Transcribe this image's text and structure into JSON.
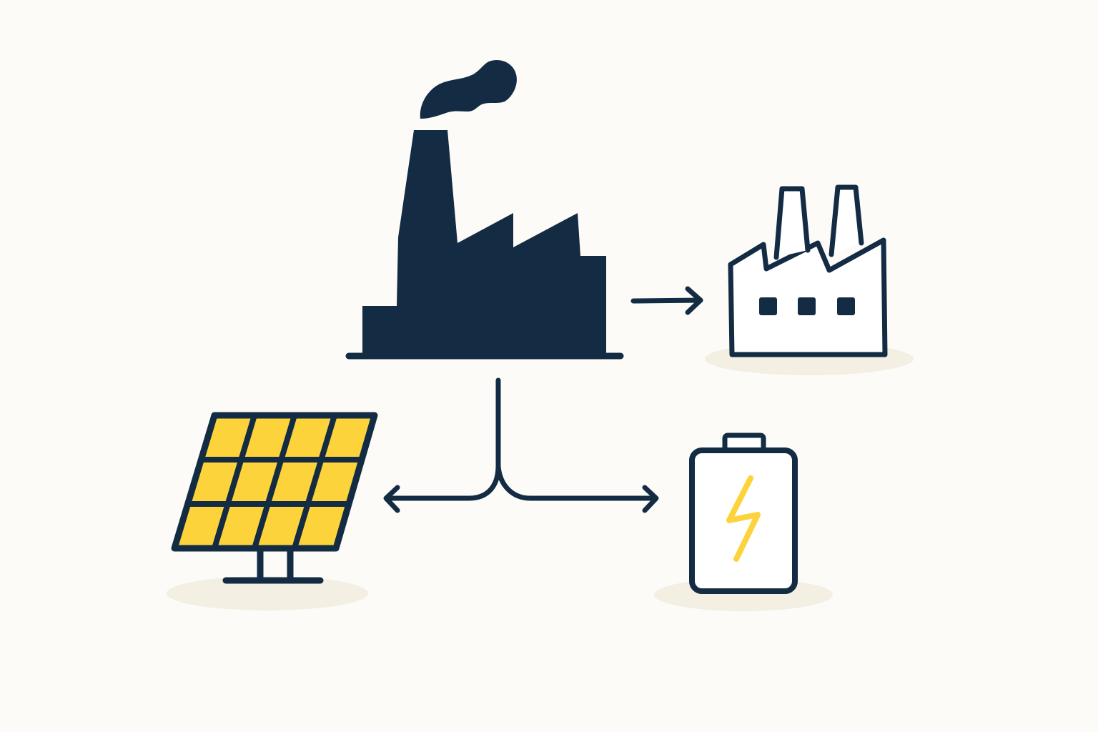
{
  "diagram": {
    "type": "energy-flow-illustration",
    "colors": {
      "background": "#FCFBF8",
      "ink": "#132B43",
      "accent_yellow": "#FCD33B",
      "ground_shadow": "#F3EFE3",
      "factory_fill": "#FFFFFF"
    },
    "nodes": [
      {
        "id": "power-plant",
        "icon": "smokestack-factory-icon"
      },
      {
        "id": "factory",
        "icon": "factory-outline-icon"
      },
      {
        "id": "solar-panel",
        "icon": "solar-panel-icon"
      },
      {
        "id": "battery",
        "icon": "battery-bolt-icon"
      }
    ],
    "edges": [
      {
        "from": "power-plant",
        "to": "factory"
      },
      {
        "from": "power-plant",
        "to": "solar-panel"
      },
      {
        "from": "power-plant",
        "to": "battery"
      }
    ]
  }
}
